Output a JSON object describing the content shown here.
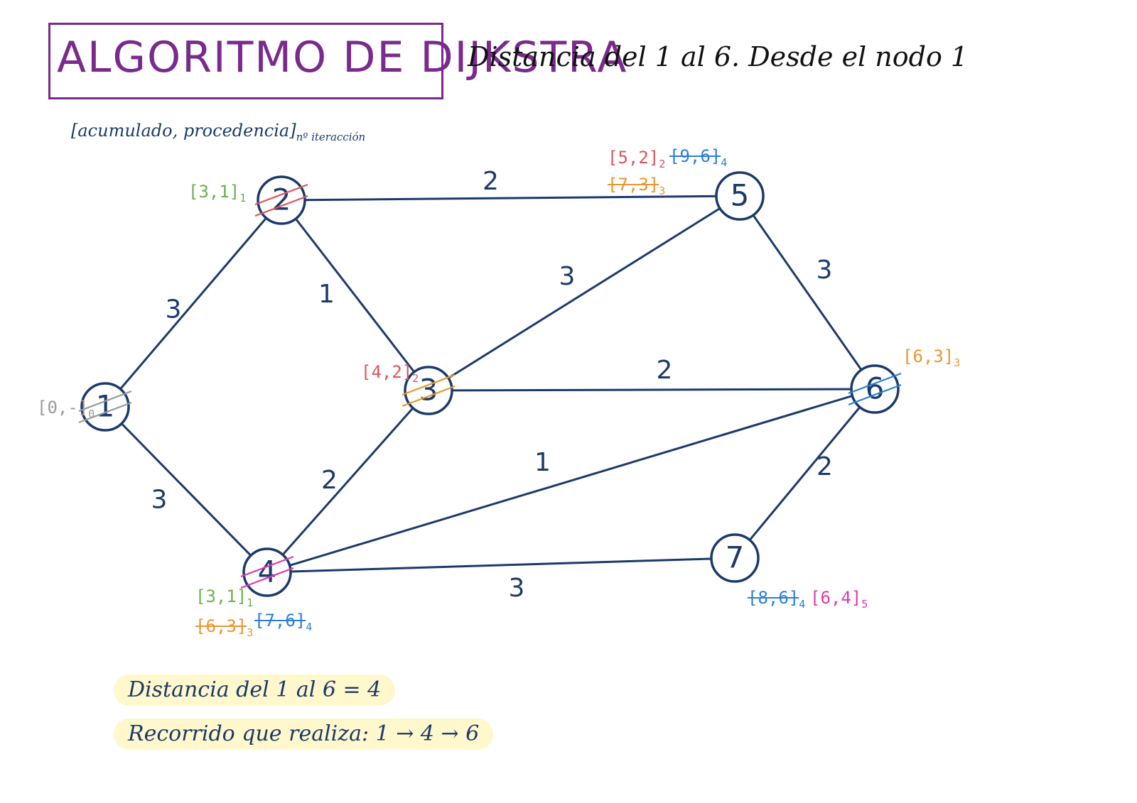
{
  "header": {
    "title": "ALGORITMO DE DIJKSTRA",
    "subtitle": "Distancia del 1 al 6. Desde el nodo 1"
  },
  "legend": {
    "text": "[acumulado, procedencia]",
    "subscript": "nº iteracción"
  },
  "colors": {
    "title": "#7a2a8c",
    "edge": "#1b3a6b",
    "iter0": "#9a9a9a",
    "iter1": "#6ab04c",
    "iter2": "#e0525a",
    "iter3": "#e8962e",
    "iter4": "#2a7fd4",
    "iter5": "#e03aa8",
    "highlight": "#fff8cc"
  },
  "nodes": [
    {
      "id": "1",
      "label": "1"
    },
    {
      "id": "2",
      "label": "2"
    },
    {
      "id": "3",
      "label": "3"
    },
    {
      "id": "4",
      "label": "4"
    },
    {
      "id": "5",
      "label": "5"
    },
    {
      "id": "6",
      "label": "6"
    },
    {
      "id": "7",
      "label": "7"
    }
  ],
  "edges": [
    {
      "from": "1",
      "to": "2",
      "weight": "3"
    },
    {
      "from": "1",
      "to": "4",
      "weight": "3"
    },
    {
      "from": "2",
      "to": "5",
      "weight": "2"
    },
    {
      "from": "2",
      "to": "3",
      "weight": "1"
    },
    {
      "from": "3",
      "to": "5",
      "weight": "3"
    },
    {
      "from": "3",
      "to": "6",
      "weight": "2"
    },
    {
      "from": "3",
      "to": "4",
      "weight": "2"
    },
    {
      "from": "4",
      "to": "6",
      "weight": "1"
    },
    {
      "from": "4",
      "to": "7",
      "weight": "3"
    },
    {
      "from": "5",
      "to": "6",
      "weight": "3"
    },
    {
      "from": "7",
      "to": "6",
      "weight": "2"
    }
  ],
  "node_labels": {
    "n1": {
      "text": "[0,-]",
      "iter": "0",
      "struck": false
    },
    "n2": {
      "text": "[3,1]",
      "iter": "1",
      "struck": false
    },
    "n3": {
      "text": "[4,2]",
      "iter": "2",
      "struck": false
    },
    "n4a": {
      "text": "[3,1]",
      "iter": "1",
      "struck": false
    },
    "n4b": {
      "text": "[6,3]",
      "iter": "3",
      "struck": true
    },
    "n4c": {
      "text": "[7,6]",
      "iter": "4",
      "struck": true
    },
    "n5a": {
      "text": "[5,2]",
      "iter": "2",
      "struck": false
    },
    "n5b": {
      "text": "[9,6]",
      "iter": "4",
      "struck": true
    },
    "n5c": {
      "text": "[7,3]",
      "iter": "3",
      "struck": true
    },
    "n6": {
      "text": "[6,3]",
      "iter": "3",
      "struck": false
    },
    "n7a": {
      "text": "[8,6]",
      "iter": "4",
      "struck": true
    },
    "n7b": {
      "text": "[6,4]",
      "iter": "5",
      "struck": false
    }
  },
  "results": {
    "distance": "Distancia del 1 al 6 = 4",
    "path": "Recorrido que realiza: 1 → 4 → 6"
  }
}
